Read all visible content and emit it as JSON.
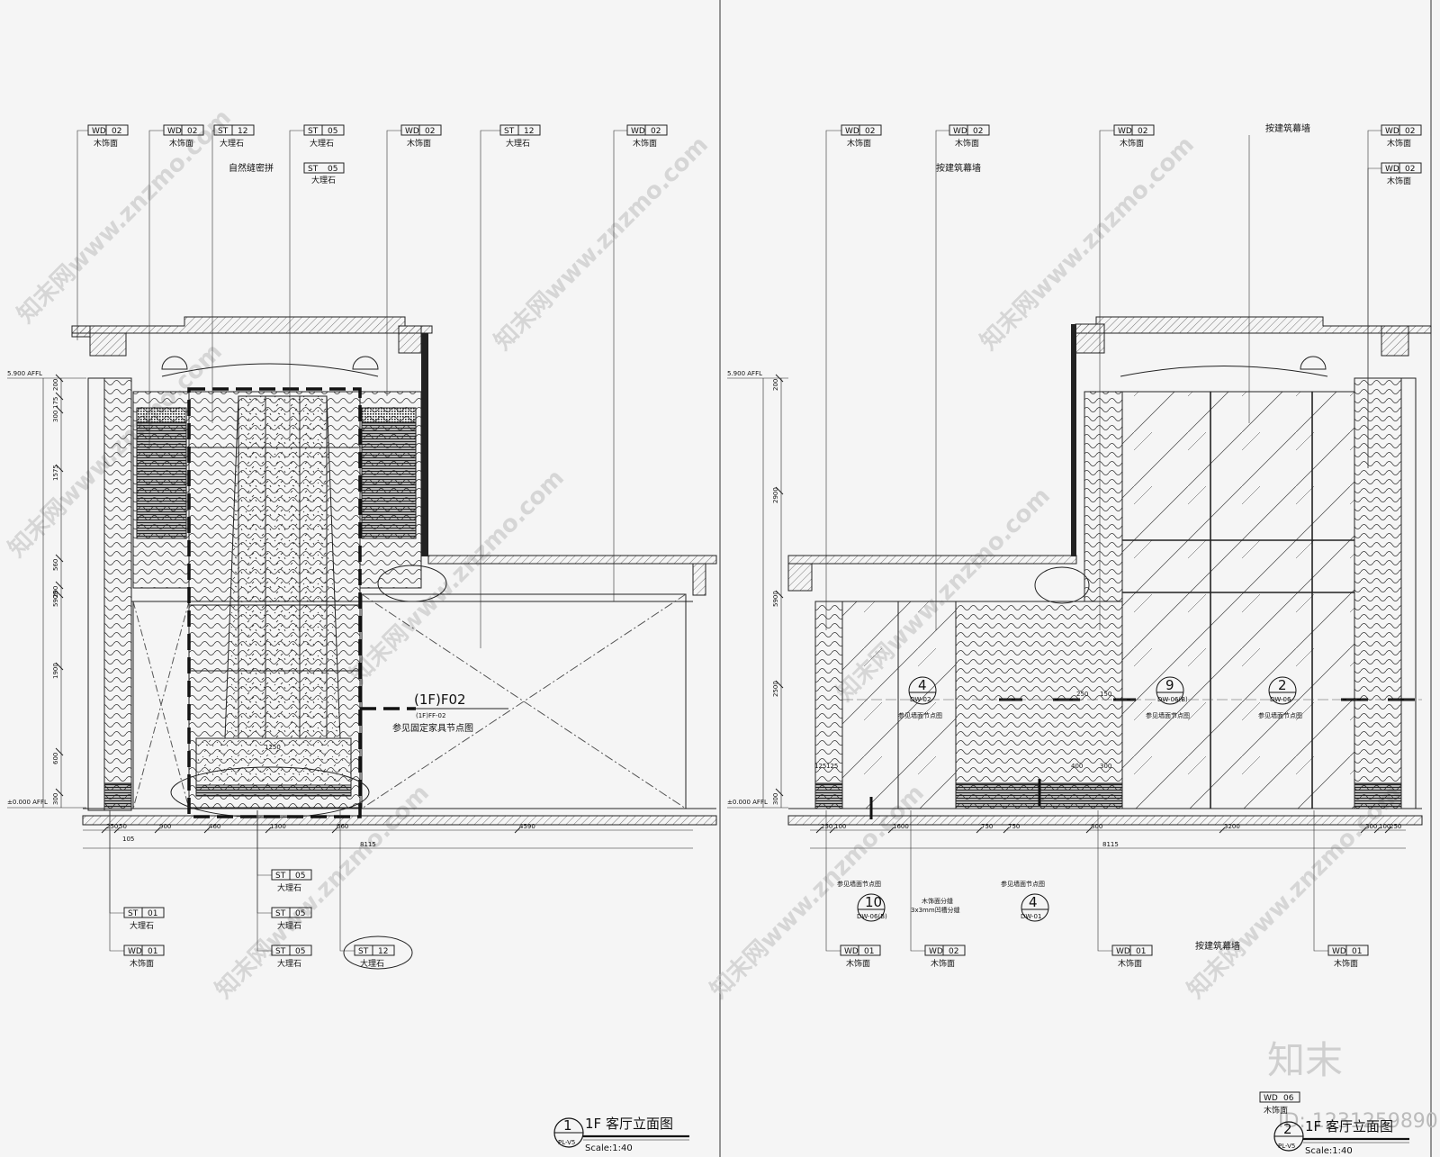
{
  "sheet": {
    "watermark_text": "znzmo.com",
    "watermark_brand": "知末网www.znzmo.com",
    "logo_text": "知末",
    "id_text": "ID: 1231259890"
  },
  "left": {
    "title": "1F  客厅立面图",
    "number": "1",
    "ref": "PL-V5",
    "scale": "Scale:1:40",
    "level_top": "5.900 AFFL",
    "level_bottom": "±0.000 AFFL",
    "top_tags": [
      {
        "code": "WD",
        "num": "02",
        "label": "木饰面"
      },
      {
        "code": "WD",
        "num": "02",
        "label": "木饰面"
      },
      {
        "code": "ST",
        "num": "12",
        "label": "大理石"
      },
      {
        "code": "ST",
        "num": "05",
        "label": "大理石"
      },
      {
        "code": "WD",
        "num": "02",
        "label": "木饰面"
      },
      {
        "code": "ST",
        "num": "12",
        "label": "大理石"
      },
      {
        "code": "WD",
        "num": "02",
        "label": "木饰面"
      }
    ],
    "extra_tag": {
      "code": "ST",
      "num": "05",
      "label": "大理石"
    },
    "note_seam": "自然缝密拼",
    "bottom_tags": [
      {
        "code": "ST",
        "num": "01",
        "label": "大理石"
      },
      {
        "code": "WD",
        "num": "01",
        "label": "木饰面"
      },
      {
        "code": "ST",
        "num": "05",
        "label": "大理石"
      },
      {
        "code": "ST",
        "num": "05",
        "label": "大理石"
      },
      {
        "code": "ST",
        "num": "05",
        "label": "大理石"
      },
      {
        "code": "ST",
        "num": "12",
        "label": "大理石"
      }
    ],
    "callout_main": "(1F)F02",
    "callout_sub": "(1F)FF-02",
    "callout_note": "参见固定家具节点图",
    "v_dims": [
      "200",
      "175",
      "300",
      "1575",
      "560",
      "290",
      "5900",
      "1900",
      "600",
      "300"
    ],
    "h_dims": [
      "250",
      "50",
      "900",
      "460",
      "1300",
      "660",
      "4590"
    ],
    "h_dims2": [
      "105",
      "8115"
    ],
    "inner_dims": [
      "1250"
    ]
  },
  "right": {
    "title": "1F  客厅立面图",
    "number": "2",
    "ref": "PL-V5",
    "scale": "Scale:1:40",
    "level_top": "5.900 AFFL",
    "level_bottom": "±0.000 AFFL",
    "top_tags": [
      {
        "code": "WD",
        "num": "02",
        "label": "木饰面"
      },
      {
        "code": "WD",
        "num": "02",
        "label": "木饰面"
      },
      {
        "code": "WD",
        "num": "02",
        "label": "木饰面"
      },
      {
        "code": "WD",
        "num": "02",
        "label": "木饰面"
      },
      {
        "code": "WD",
        "num": "02",
        "label": "木饰面"
      }
    ],
    "note_curtain": "按建筑幕墙",
    "callouts": [
      {
        "num": "4",
        "ref": "DW-02",
        "note": "参见墙面节点图"
      },
      {
        "num": "9",
        "ref": "DW-06(B)",
        "note": "参见墙面节点图"
      },
      {
        "num": "2",
        "ref": "DW-06",
        "note": "参见墙面节点图"
      }
    ],
    "bottom_callouts": [
      {
        "num": "10",
        "ref": "DW-06(B)",
        "note": "参见墙面节点图"
      },
      {
        "num": "4",
        "ref": "DW-01",
        "note": "参见墙面节点图"
      }
    ],
    "seam_note_1": "木饰面分缝",
    "seam_note_2": "3x3mm凹槽分缝",
    "bottom_tags": [
      {
        "code": "WD",
        "num": "01",
        "label": "木饰面"
      },
      {
        "code": "WD",
        "num": "02",
        "label": "木饰面"
      },
      {
        "code": "WD",
        "num": "01",
        "label": "木饰面"
      },
      {
        "code": "WD",
        "num": "01",
        "label": "木饰面"
      }
    ],
    "bottom_note": "按建筑幕墙",
    "logo_tag": {
      "code": "WD",
      "num": "06",
      "label": "木饰面"
    },
    "v_dims": [
      "200",
      "2900",
      "5900",
      "2500",
      "300"
    ],
    "h_dims": [
      "250",
      "100",
      "1600",
      "750",
      "750",
      "800",
      "3200",
      "300",
      "100",
      "250"
    ],
    "h_total": "8115",
    "inner_dims": [
      "250",
      "150",
      "400",
      "300",
      "125",
      "125"
    ]
  }
}
